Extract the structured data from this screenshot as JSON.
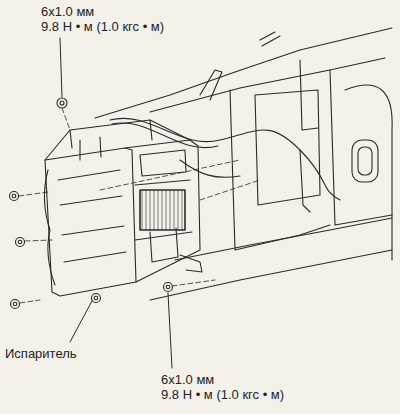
{
  "diagram": {
    "labels": [
      "6x1.0 мм",
      "9.8 Н • м (1.0 кгс • м)",
      "Испаритель",
      "6x1.0 мм",
      "9.8 Н • м (1.0 кгс • м)"
    ]
  }
}
